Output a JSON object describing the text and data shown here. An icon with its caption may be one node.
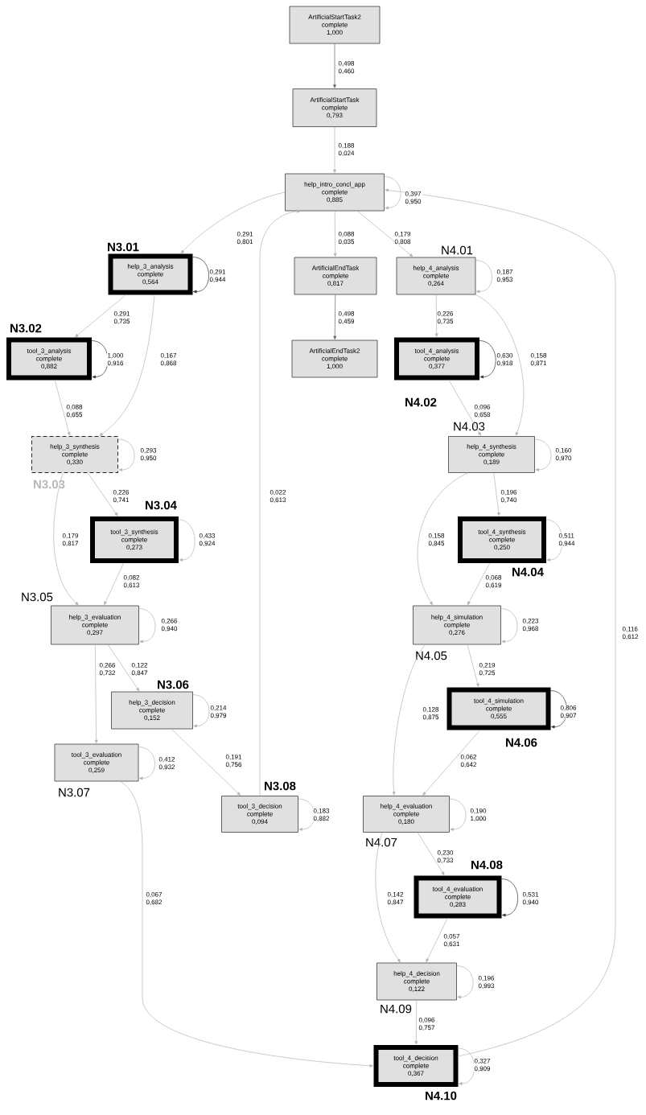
{
  "diagram": {
    "nodes": [
      {
        "text": [
          "ArtificialStartTask2",
          "complete",
          "1,000"
        ]
      },
      {
        "text": [
          "ArtificialStartTask",
          "complete",
          "0,793"
        ]
      },
      {
        "text": [
          "help_intro_concl_app",
          "complete",
          "0,885"
        ]
      },
      {
        "text": [
          "help_3_analysis",
          "complete",
          "0,564"
        ],
        "beside": [
          "N3.01"
        ]
      },
      {
        "text": [
          "ArtificialEndTask",
          "complete",
          "0,817"
        ]
      },
      {
        "text": [
          "help_4_analysis",
          "complete",
          "0,264"
        ],
        "beside": [
          "N4.01"
        ]
      },
      {
        "text": [
          "tool_3_analysis",
          "complete",
          "0,882"
        ],
        "beside": [
          "N3.02"
        ]
      },
      {
        "text": [
          "ArtificialEndTask2",
          "complete",
          "1,000"
        ]
      },
      {
        "text": [
          "tool_4_analysis",
          "complete",
          "0,377"
        ],
        "beside": [
          "N4.02"
        ]
      },
      {
        "text": [
          "help_3_synthesis",
          "complete",
          "0,330"
        ],
        "beside": [
          "N3.03"
        ]
      },
      {
        "text": [
          "help_4_synthesis",
          "complete",
          "0,189"
        ],
        "beside": [
          "N4.03"
        ]
      },
      {
        "text": [
          "tool_3_synthesis",
          "complete",
          "0,273"
        ],
        "beside": [
          "N3.04"
        ]
      },
      {
        "text": [
          "tool_4_synthesis",
          "complete",
          "0,250"
        ],
        "beside": [
          "N4.04"
        ]
      },
      {
        "text": [
          "help_3_evaluation",
          "complete",
          "0,297"
        ],
        "beside": [
          "N3.05"
        ]
      },
      {
        "text": [
          "help_4_simulation",
          "complete",
          "0,276"
        ],
        "beside": [
          "N4.05"
        ]
      },
      {
        "text": [
          "help_3_decision",
          "complete",
          "0,152"
        ],
        "beside": [
          "N3.06"
        ]
      },
      {
        "text": [
          "tool_4_simulation",
          "complete",
          "0,555"
        ],
        "beside": [
          "N4.06"
        ]
      },
      {
        "text": [
          "tool_3_evaluation",
          "complete",
          "0,259"
        ],
        "beside": [
          "N3.07"
        ]
      },
      {
        "text": [
          "tool_3_decision",
          "complete",
          "0,094"
        ],
        "beside": [
          "N3.08"
        ]
      },
      {
        "text": [
          "help_4_evaluation",
          "complete",
          "0,180"
        ],
        "beside": [
          "N4.07"
        ]
      },
      {
        "text": [
          "tool_4_evaluation",
          "complete",
          "0,283"
        ],
        "beside": [
          "N4.08"
        ]
      },
      {
        "text": [
          "help_4_decision",
          "complete",
          "0,122"
        ],
        "beside": [
          "N4.09"
        ]
      },
      {
        "text": [
          "tool_4_decision",
          "complete",
          "0,367"
        ],
        "beside": [
          "N4.10"
        ]
      }
    ],
    "edges": [
      {
        "from": 0,
        "to": 1,
        "arrow": "to",
        "label": "0,498 0,460",
        "color": "#666666"
      },
      {
        "from": 1,
        "to": 2,
        "arrow": "to",
        "label": "0,188 0,024"
      },
      {
        "from": 2,
        "to": 2,
        "arrow": "to",
        "label": "0,397 0,950"
      },
      {
        "from": 2,
        "to": 3,
        "arrow": "to",
        "label": "0,291 0,801"
      },
      {
        "from": 2,
        "to": 4,
        "arrow": "to",
        "label": "0,088 0,035"
      },
      {
        "from": 2,
        "to": 5,
        "arrow": "to",
        "label": "0,179 0,808"
      },
      {
        "from": 3,
        "to": 3,
        "arrow": "to",
        "label": "0,291 0,944",
        "color": "#333333"
      },
      {
        "from": 4,
        "to": 7,
        "arrow": "to",
        "label": "0,498 0,459",
        "color": "#666666"
      },
      {
        "from": 5,
        "to": 5,
        "arrow": "to",
        "label": "0,187 0,953"
      },
      {
        "from": 3,
        "to": 6,
        "arrow": "to",
        "label": "0,291 0,735"
      },
      {
        "from": 6,
        "to": 6,
        "arrow": "to",
        "label": "1,000 0,916",
        "color": "#333333"
      },
      {
        "from": 3,
        "to": 9,
        "arrow": "to",
        "label": "0,167 0,868"
      },
      {
        "from": 5,
        "to": 8,
        "arrow": "to",
        "label": "0,226 0,735"
      },
      {
        "from": 8,
        "to": 8,
        "arrow": "to",
        "label": "0,630 0,918",
        "color": "#333333"
      },
      {
        "from": 5,
        "to": 10,
        "arrow": "to",
        "label": "0,158 0,871"
      },
      {
        "from": 6,
        "to": 9,
        "arrow": "to",
        "label": "0,088 0,655"
      },
      {
        "from": 8,
        "to": 10,
        "arrow": "to",
        "label": "0,096 0,658"
      },
      {
        "from": 9,
        "to": 9,
        "arrow": "to",
        "label": "0,293 0,950"
      },
      {
        "from": 9,
        "to": 11,
        "arrow": "to",
        "label": "0,226 0,741"
      },
      {
        "from": 9,
        "to": 13,
        "arrow": "to",
        "label": "0,179 0,817"
      },
      {
        "from": 10,
        "to": 10,
        "arrow": "to",
        "label": "0,160 0,970"
      },
      {
        "from": 10,
        "to": 12,
        "arrow": "to",
        "label": "0,196 0,740"
      },
      {
        "from": 10,
        "to": 14,
        "arrow": "to",
        "label": "0,158 0,845"
      },
      {
        "from": 11,
        "to": 11,
        "arrow": "to",
        "label": "0,433 0,924"
      },
      {
        "from": 11,
        "to": 13,
        "arrow": "to",
        "label": "0,082 0,613"
      },
      {
        "from": 12,
        "to": 12,
        "arrow": "to",
        "label": "0,511 0,944"
      },
      {
        "from": 12,
        "to": 14,
        "arrow": "to",
        "label": "0,068 0,619"
      },
      {
        "from": 13,
        "to": 13,
        "arrow": "to",
        "label": "0,266 0,940"
      },
      {
        "from": 13,
        "to": 17,
        "arrow": "to",
        "label": "0,266 0,732"
      },
      {
        "from": 13,
        "to": 15,
        "arrow": "to",
        "label": "0,122 0,847"
      },
      {
        "from": 14,
        "to": 14,
        "arrow": "to",
        "label": "0,223 0,968"
      },
      {
        "from": 14,
        "to": 16,
        "arrow": "to",
        "label": "0,219 0,725"
      },
      {
        "from": 14,
        "to": 19,
        "arrow": "to",
        "label": "0,128 0,875"
      },
      {
        "from": 15,
        "to": 15,
        "arrow": "to",
        "label": "0,214 0,979"
      },
      {
        "from": 15,
        "to": 18,
        "arrow": "to",
        "label": "0,191 0,756"
      },
      {
        "from": 16,
        "to": 16,
        "arrow": "to",
        "label": "0,806 0,907",
        "color": "#333333"
      },
      {
        "from": 16,
        "to": 19,
        "arrow": "to",
        "label": "0,062 0,642"
      },
      {
        "from": 17,
        "to": 17,
        "arrow": "to",
        "label": "0,412 0,932"
      },
      {
        "from": 18,
        "to": 2,
        "arrow": "to",
        "label": "0,022 0,613"
      },
      {
        "from": 18,
        "to": 18,
        "arrow": "to",
        "label": "0,183 0,882"
      },
      {
        "from": 17,
        "to": 22,
        "arrow": "to",
        "label": "0,067 0,682"
      },
      {
        "from": 19,
        "to": 19,
        "arrow": "to",
        "label": "0,190 1,000"
      },
      {
        "from": 19,
        "to": 20,
        "arrow": "to",
        "label": "0,230 0,733"
      },
      {
        "from": 19,
        "to": 21,
        "arrow": "to",
        "label": "0,142 0,847"
      },
      {
        "from": 20,
        "to": 20,
        "arrow": "to",
        "label": "0,531 0,940",
        "color": "#333333"
      },
      {
        "from": 20,
        "to": 21,
        "arrow": "to",
        "label": "0,057 0,631"
      },
      {
        "from": 21,
        "to": 21,
        "arrow": "to",
        "label": "0,196 0,993"
      },
      {
        "from": 21,
        "to": 22,
        "arrow": "to",
        "label": "0,096 0,757"
      },
      {
        "from": 22,
        "to": 22,
        "arrow": "to",
        "label": "0,327 0,909"
      },
      {
        "from": 22,
        "to": 2,
        "arrow": "to",
        "label": "0,116 0,612"
      }
    ]
  }
}
